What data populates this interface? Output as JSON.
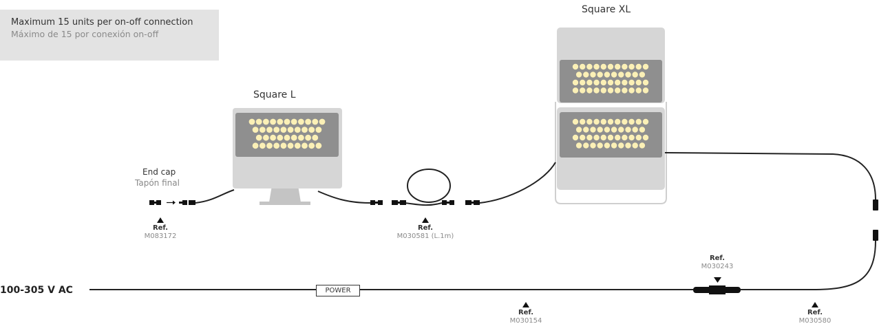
{
  "info": {
    "line_en": "Maximum 15 units per on-off connection",
    "line_es": "Máximo de 15 por conexión on-off"
  },
  "fixtures": {
    "square_l": "Square L",
    "square_xl": "Square XL"
  },
  "end_cap": {
    "label_en": "End cap",
    "label_es": "Tapón final"
  },
  "power": {
    "voltage": "100-305 V AC",
    "box_label": "POWER"
  },
  "refs": {
    "label": "Ref.",
    "end_cap_code": "M083172",
    "extension_code": "M030581 (L.1m)",
    "junction_code": "M030243",
    "power_cable_code": "M030154",
    "connection_cable_code": "M030580"
  }
}
